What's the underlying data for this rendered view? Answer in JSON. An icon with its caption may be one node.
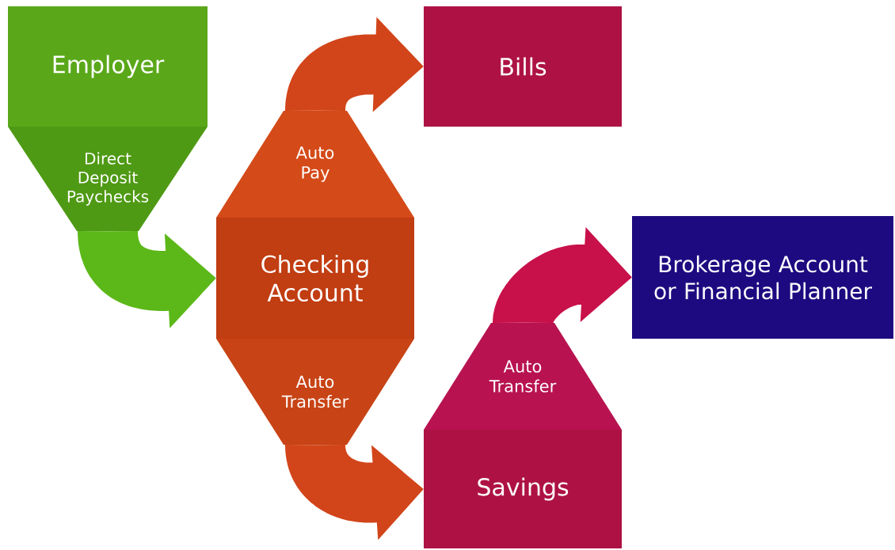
{
  "diagram": {
    "nodes": [
      {
        "text": [
          "Employer"
        ]
      },
      {
        "text": [
          "Direct Deposit Paychecks"
        ]
      },
      {
        "text": [
          "Checking Account"
        ]
      },
      {
        "text": [
          "Auto Pay"
        ]
      },
      {
        "text": [
          "Bills"
        ]
      },
      {
        "text": [
          "Auto Transfer"
        ]
      },
      {
        "text": [
          "Savings"
        ]
      },
      {
        "text": [
          "Auto Transfer"
        ]
      },
      {
        "text": [
          "Brokerage Account or Financial Planner"
        ]
      }
    ],
    "edges": [
      {
        "from": 1,
        "to": 2,
        "arrow": "to",
        "color": "#5cb818"
      },
      {
        "from": 3,
        "to": 4,
        "arrow": "to"
      },
      {
        "from": 5,
        "to": 6,
        "arrow": "to"
      },
      {
        "from": 7,
        "to": 8,
        "arrow": "to",
        "color": "#c8104a"
      }
    ]
  }
}
